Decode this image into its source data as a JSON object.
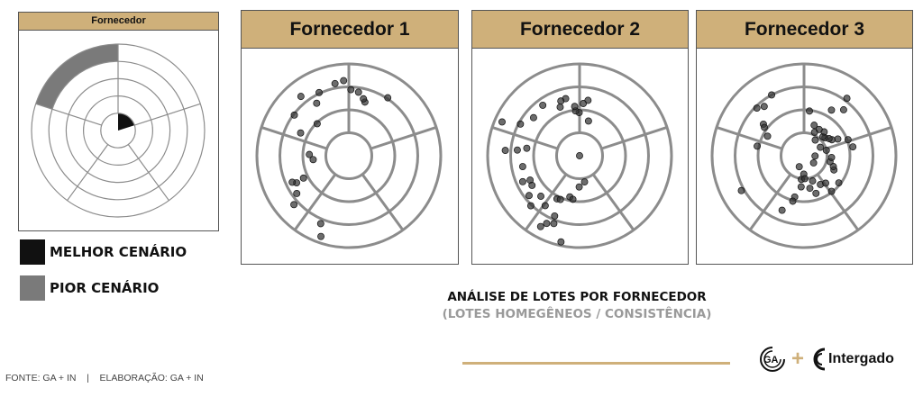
{
  "legend_panel": {
    "title": "Fornecedor"
  },
  "legend": {
    "best": {
      "label": "MELHOR CENÁRIO",
      "color": "#111111"
    },
    "worst": {
      "label": "PIOR CENÁRIO",
      "color": "#7a7a7a"
    }
  },
  "caption": {
    "title": "ANÁLISE DE LOTES POR FORNECEDOR",
    "subtitle": "(LOTES HOMEGÊNEOS / CONSISTÊNCIA)"
  },
  "logos": {
    "ga": "GA",
    "plus": "+",
    "intergado": "Intergado"
  },
  "footer": "FONTE: GA + IN    |    ELABORAÇÃO: GA + IN",
  "colors": {
    "header_gold": "#cfb07a",
    "ring_gray": "#8c8c8c",
    "point": "#333333"
  },
  "chart_data": [
    {
      "type": "scatter",
      "title": "Fornecedor 1",
      "coordinate_system": "polar",
      "radial_rings": 4,
      "angular_sectors": 5,
      "points": [
        [
          0.98,
          0.76
        ],
        [
          1.28,
          0.61
        ],
        [
          1.32,
          0.64
        ],
        [
          1.42,
          0.7
        ],
        [
          1.54,
          0.72
        ],
        [
          1.64,
          0.82
        ],
        [
          1.76,
          0.8
        ],
        [
          2.01,
          0.76
        ],
        [
          2.12,
          0.67
        ],
        [
          2.25,
          0.83
        ],
        [
          2.5,
          0.74
        ],
        [
          2.35,
          0.49
        ],
        [
          2.7,
          0.58
        ],
        [
          3.11,
          0.43
        ],
        [
          3.25,
          0.39
        ],
        [
          3.6,
          0.55
        ],
        [
          3.62,
          0.64
        ],
        [
          3.58,
          0.68
        ],
        [
          3.77,
          0.7
        ],
        [
          3.87,
          0.8
        ],
        [
          4.32,
          0.8
        ],
        [
          4.38,
          0.93
        ]
      ]
    },
    {
      "type": "scatter",
      "title": "Fornecedor 2",
      "coordinate_system": "polar",
      "radial_rings": 4,
      "angular_sectors": 5,
      "points": [
        [
          0.0,
          0.0
        ],
        [
          1.32,
          0.39
        ],
        [
          1.42,
          0.61
        ],
        [
          1.5,
          0.57
        ],
        [
          1.58,
          0.47
        ],
        [
          1.66,
          0.49
        ],
        [
          1.81,
          0.64
        ],
        [
          1.67,
          0.54
        ],
        [
          1.95,
          0.57
        ],
        [
          1.9,
          0.63
        ],
        [
          2.2,
          0.68
        ],
        [
          2.45,
          0.65
        ],
        [
          2.65,
          0.73
        ],
        [
          2.73,
          0.92
        ],
        [
          3.0,
          0.58
        ],
        [
          3.05,
          0.68
        ],
        [
          3.07,
          0.81
        ],
        [
          3.33,
          0.63
        ],
        [
          3.57,
          0.68
        ],
        [
          3.6,
          0.6
        ],
        [
          3.7,
          0.61
        ],
        [
          3.81,
          0.7
        ],
        [
          3.94,
          0.76
        ],
        [
          3.95,
          0.61
        ],
        [
          4.11,
          0.66
        ],
        [
          4.23,
          0.53
        ],
        [
          4.3,
          0.52
        ],
        [
          4.32,
          0.71
        ],
        [
          4.5,
          0.96
        ],
        [
          4.35,
          0.79
        ],
        [
          4.26,
          0.82
        ],
        [
          4.21,
          0.88
        ],
        [
          4.48,
          0.46
        ],
        [
          4.56,
          0.48
        ],
        [
          4.7,
          0.34
        ],
        [
          4.9,
          0.29
        ]
      ]
    },
    {
      "type": "scatter",
      "title": "Fornecedor 3",
      "coordinate_system": "polar",
      "radial_rings": 4,
      "angular_sectors": 5,
      "points": [
        [
          0.18,
          0.54
        ],
        [
          0.35,
          0.51
        ],
        [
          0.46,
          0.41
        ],
        [
          0.52,
          0.35
        ],
        [
          0.6,
          0.33
        ],
        [
          0.71,
          0.3
        ],
        [
          0.79,
          0.29
        ],
        [
          0.87,
          0.34
        ],
        [
          0.95,
          0.21
        ],
        [
          1.05,
          0.33
        ],
        [
          1.15,
          0.28
        ],
        [
          1.25,
          0.35
        ],
        [
          1.45,
          0.49
        ],
        [
          1.03,
          0.58
        ],
        [
          0.86,
          0.66
        ],
        [
          0.93,
          0.78
        ],
        [
          2.06,
          0.75
        ],
        [
          2.25,
          0.69
        ],
        [
          2.35,
          0.73
        ],
        [
          2.48,
          0.56
        ],
        [
          2.52,
          0.53
        ],
        [
          2.65,
          0.45
        ],
        [
          2.94,
          0.52
        ],
        [
          3.65,
          0.78
        ],
        [
          4.3,
          0.13
        ],
        [
          4.33,
          0.64
        ],
        [
          4.49,
          0.46
        ],
        [
          4.6,
          0.26
        ],
        [
          4.62,
          0.34
        ],
        [
          4.7,
          0.2
        ],
        [
          4.75,
          0.25
        ],
        [
          4.89,
          0.36
        ],
        [
          5.02,
          0.43
        ],
        [
          5.04,
          0.29
        ],
        [
          5.23,
          0.36
        ],
        [
          5.38,
          0.38
        ],
        [
          5.64,
          0.13
        ],
        [
          5.84,
          0.36
        ],
        [
          5.93,
          0.34
        ],
        [
          6.06,
          0.29
        ],
        [
          6.22,
          0.3
        ],
        [
          6.26,
          0.12
        ],
        [
          0.24,
          0.25
        ],
        [
          0.48,
          0.2
        ],
        [
          5.62,
          0.48
        ],
        [
          5.37,
          0.49
        ],
        [
          4.47,
          0.51
        ]
      ]
    }
  ]
}
